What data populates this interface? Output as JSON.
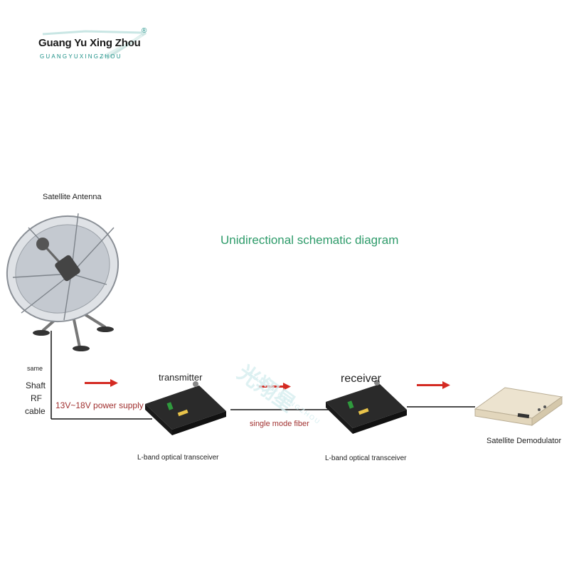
{
  "logo": {
    "name": "Guang Yu Xing Zhou",
    "registered": "®",
    "subtitle": "GUANGYUXINGZHOU"
  },
  "diagram": {
    "title": "Unidirectional schematic diagram",
    "antenna_label": "Satellite Antenna",
    "cable_label_top": "same",
    "cable_label_lines": [
      "Shaft",
      "RF",
      "cable"
    ],
    "power_label": "13V~18V power supply",
    "transmitter_label": "transmitter",
    "receiver_label": "receiver",
    "fiber_label": "single mode fiber",
    "tx_device_label": "L-band optical transceiver",
    "rx_device_label": "L-band optical transceiver",
    "demodulator_label": "Satellite Demodulator"
  },
  "watermark": {
    "text": "光翔星",
    "sub": "GUANGYUXINGZHOU"
  },
  "colors": {
    "arrow": "#d42a22",
    "title": "#2e9b6a",
    "accent_text": "#a0302f",
    "line": "#111111"
  },
  "icons": {
    "antenna": "satellite-dish-icon",
    "transceiver": "rack-unit-icon",
    "demodulator": "rack-unit-icon"
  }
}
